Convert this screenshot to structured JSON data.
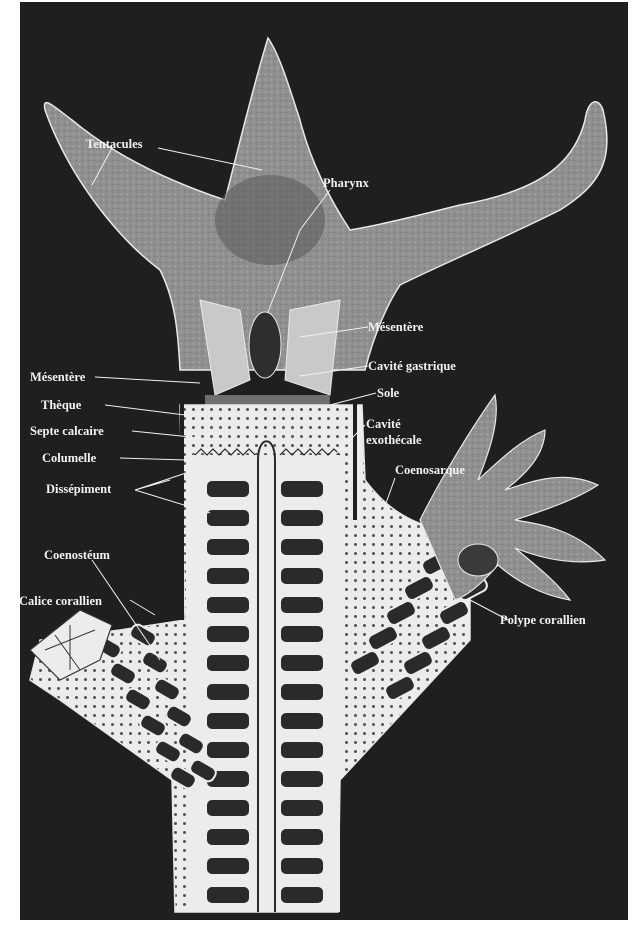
{
  "colors": {
    "background": "#1f1f1f",
    "tissue": "#8f8f8f",
    "tissue_light": "#c9c9c9",
    "skeleton": "#ececec",
    "dark_chamber": "#2a2a2a",
    "label": "#f2f2f2"
  },
  "labels": {
    "tentacules": "Tentacules",
    "pharynx": "Pharynx",
    "mesentere_right": "Mésentère",
    "cavite_gastrique": "Cavité gastrique",
    "mesentere_left": "Mésentère",
    "sole": "Sole",
    "theque": "Thèque",
    "cavite_exothecale_line1": "Cavité",
    "cavite_exothecale_line2": "exothécale",
    "septe_calcaire": "Septe calcaire",
    "columelle": "Columelle",
    "coenosarque": "Coenosarque",
    "dissepiment": "Dissépiment",
    "coenosteum": "Coenostéum",
    "calice_corallien": "Calice corallien",
    "polype_corallien": "Polype corallien"
  }
}
